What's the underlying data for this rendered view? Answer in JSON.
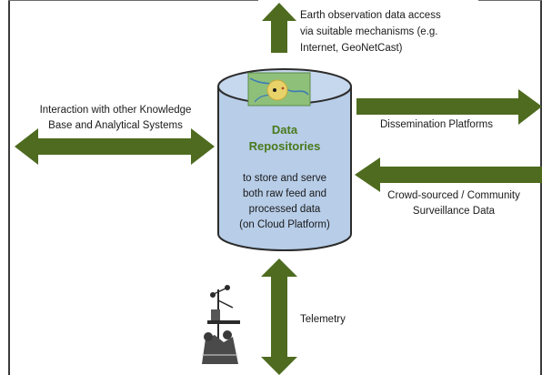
{
  "top_label": {
    "line1": "Earth observation data access",
    "line2": "via suitable mechanisms (e.g.",
    "line3": "Internet, GeoNetCast)"
  },
  "left_label": {
    "line1": "Interaction with other Knowledge",
    "line2": "Base and Analytical Systems"
  },
  "right_top_label": {
    "line1": "Dissemination Platforms"
  },
  "right_bottom_label": {
    "line1": "Crowd-sourced / Community",
    "line2": "Surveillance Data"
  },
  "bottom_label": {
    "line1": "Telemetry"
  },
  "cylinder": {
    "title_line1": "Data",
    "title_line2": "Repositories",
    "body_line1": "to store and serve",
    "body_line2": "both raw feed and",
    "body_line3": "processed data",
    "body_line4": "(on Cloud Platform)"
  },
  "colors": {
    "arrow": "#4e6b1f",
    "cylinder_fill": "#b7cde8",
    "cylinder_stroke": "#2c2c2c",
    "title_text": "#4a7a1c",
    "text": "#1a1a1a"
  },
  "icons": {
    "map_thumbnail": "map-thumbnail-icon",
    "telemetry_station": "weather-station-icon"
  }
}
